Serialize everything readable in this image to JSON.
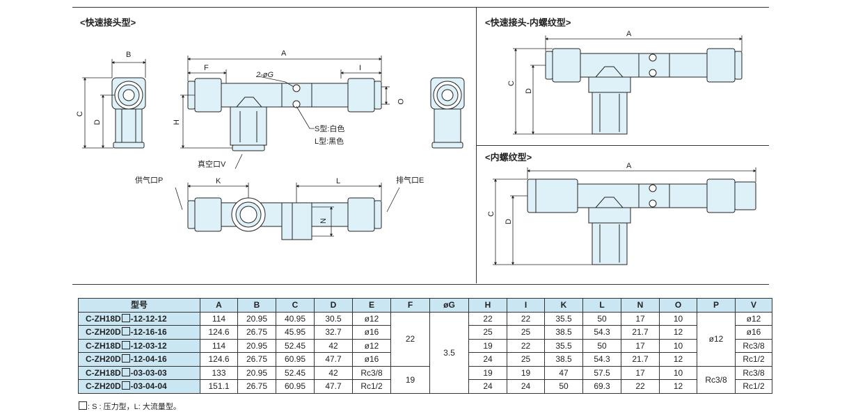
{
  "sections": {
    "quick": "<快速接头型>",
    "quick_female": "<快速接头-内螺纹型>",
    "female": "<内螺纹型>"
  },
  "labels": {
    "A": "A",
    "B": "B",
    "C": "C",
    "D": "D",
    "F": "F",
    "I": "I",
    "O": "O",
    "H": "H",
    "K": "K",
    "L": "L",
    "N": "N",
    "g": "2-øG",
    "s_type": "S型:白色",
    "l_type": "L型:黑色",
    "vacuum": "真空口V",
    "supply": "供气口P",
    "exhaust": "排气口E"
  },
  "table": {
    "headers": [
      "型号",
      "A",
      "B",
      "C",
      "D",
      "E",
      "F",
      "øG",
      "H",
      "I",
      "K",
      "L",
      "N",
      "O",
      "P",
      "V"
    ],
    "rows": [
      {
        "model": "C-ZH18D",
        "suffix": "-12-12-12",
        "A": "114",
        "B": "20.95",
        "C": "40.95",
        "D": "30.5",
        "E": "ø12",
        "H": "22",
        "I": "22",
        "K": "35.5",
        "L": "50",
        "N": "17",
        "O": "10",
        "V": "ø12"
      },
      {
        "model": "C-ZH20D",
        "suffix": "-12-16-16",
        "A": "124.6",
        "B": "26.75",
        "C": "45.95",
        "D": "32.7",
        "E": "ø16",
        "H": "25",
        "I": "25",
        "K": "38.5",
        "L": "54.3",
        "N": "21.7",
        "O": "12",
        "V": "ø16"
      },
      {
        "model": "C-ZH18D",
        "suffix": "-12-03-12",
        "A": "114",
        "B": "20.95",
        "C": "52.45",
        "D": "42",
        "E": "ø12",
        "H": "19",
        "I": "22",
        "K": "35.5",
        "L": "50",
        "N": "17",
        "O": "10",
        "V": "Rc3/8"
      },
      {
        "model": "C-ZH20D",
        "suffix": "-12-04-16",
        "A": "124.6",
        "B": "26.75",
        "C": "60.95",
        "D": "47.7",
        "E": "ø16",
        "H": "24",
        "I": "25",
        "K": "38.5",
        "L": "54.3",
        "N": "21.7",
        "O": "12",
        "V": "Rc1/2"
      },
      {
        "model": "C-ZH18D",
        "suffix": "-03-03-03",
        "A": "133",
        "B": "20.95",
        "C": "52.45",
        "D": "42",
        "E": "Rc3/8",
        "H": "19",
        "I": "19",
        "K": "47",
        "L": "57.5",
        "N": "17",
        "O": "10",
        "V": "Rc3/8"
      },
      {
        "model": "C-ZH20D",
        "suffix": "-03-04-04",
        "A": "151.1",
        "B": "26.75",
        "C": "60.95",
        "D": "47.7",
        "E": "Rc1/2",
        "H": "24",
        "I": "24",
        "K": "50",
        "L": "69.3",
        "N": "22",
        "O": "12",
        "V": "Rc1/2"
      }
    ],
    "merged": {
      "F_a": "22",
      "F_b": "19",
      "G": "3.5",
      "P_a": "ø12",
      "P_b": "Rc3/8"
    }
  },
  "note": ": S : 压力型，L: 大流量型。",
  "colors": {
    "body_fill": "#dff1f8",
    "stroke": "#222222",
    "header_fill": "#c9e6f2"
  }
}
